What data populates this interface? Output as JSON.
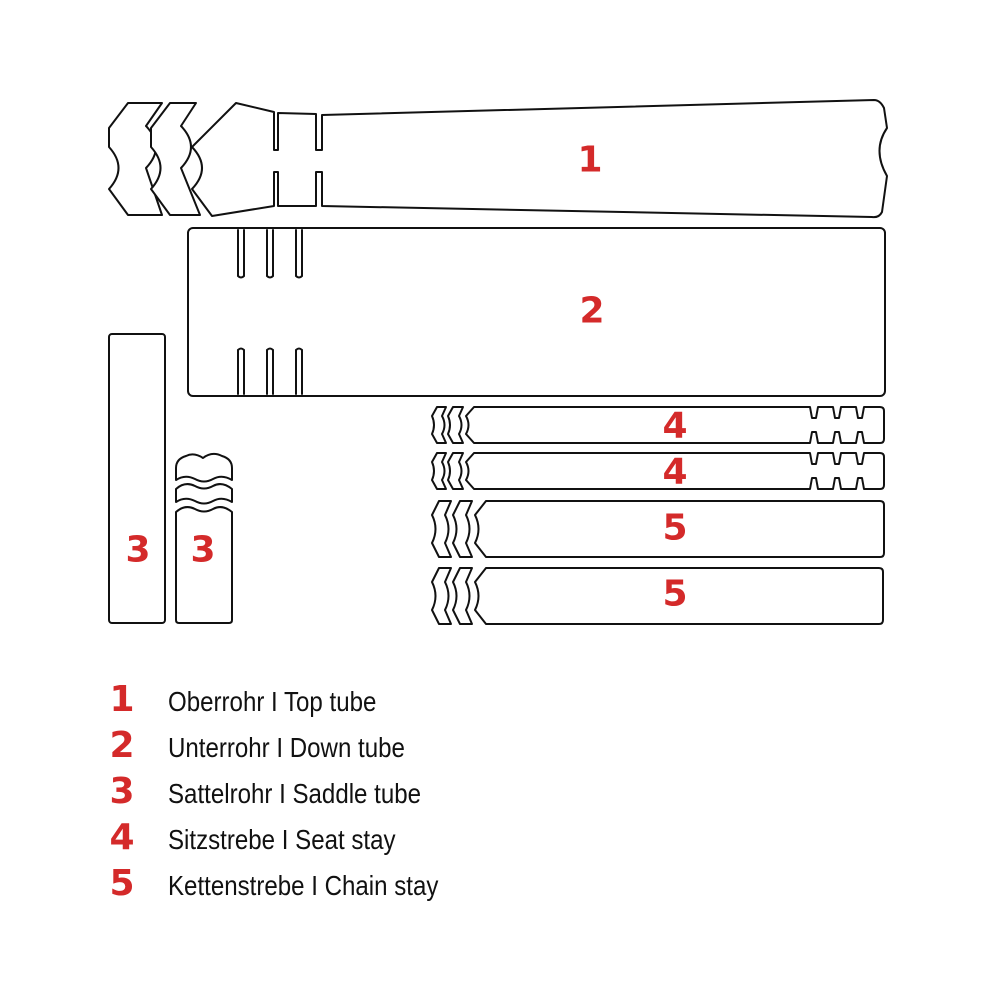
{
  "accent_color": "#d42a2a",
  "outline_color": "#111111",
  "pieces": {
    "top_tube": "1",
    "down_tube": "2",
    "seat_tube_long": "3",
    "seat_tube_short": "3",
    "seat_stay_a": "4",
    "seat_stay_b": "4",
    "chain_stay_a": "5",
    "chain_stay_b": "5"
  },
  "legend": [
    {
      "number": "1",
      "label": "Oberrohr I Top tube"
    },
    {
      "number": "2",
      "label": "Unterrohr I Down tube"
    },
    {
      "number": "3",
      "label": "Sattelrohr I Saddle tube"
    },
    {
      "number": "4",
      "label": "Sitzstrebe I Seat stay"
    },
    {
      "number": "5",
      "label": "Kettenstrebe I Chain stay"
    }
  ]
}
